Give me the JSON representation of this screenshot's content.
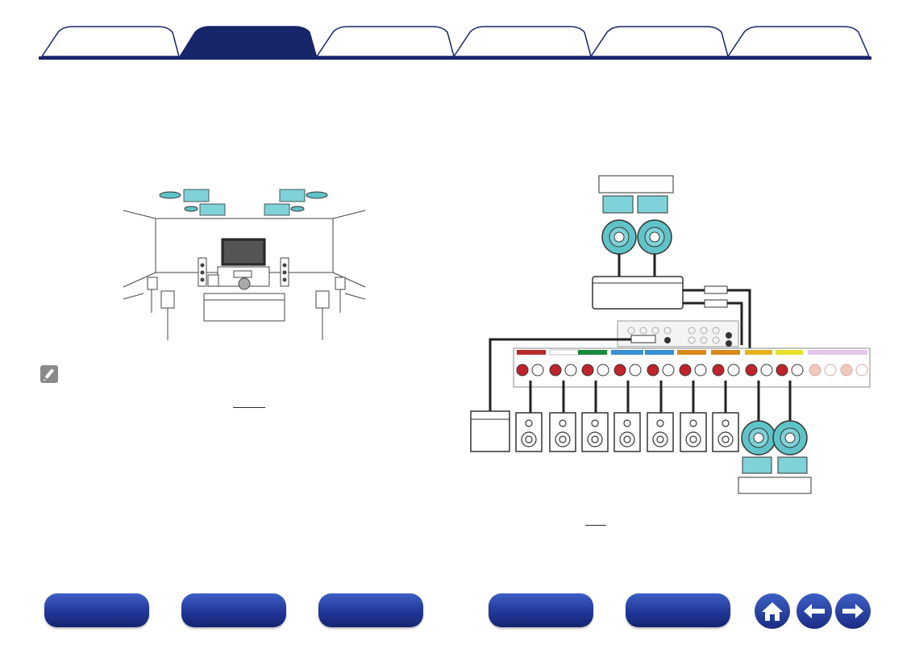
{
  "tabs": [
    {
      "id": "tab-1",
      "label": "",
      "active": false
    },
    {
      "id": "tab-2",
      "label": "",
      "active": true
    },
    {
      "id": "tab-3",
      "label": "",
      "active": false
    },
    {
      "id": "tab-4",
      "label": "",
      "active": false
    },
    {
      "id": "tab-5",
      "label": "",
      "active": false
    },
    {
      "id": "tab-6",
      "label": "",
      "active": false
    }
  ],
  "colors": {
    "accent": "#17256b",
    "tab_inactive_fill": "#ffffff",
    "speaker_label": "#7fd3d8",
    "speaker_cone": "#5fc3c7"
  },
  "icons": {
    "note": "pencil-icon",
    "home": "home-icon",
    "back": "arrow-left-icon",
    "forward": "arrow-right-icon"
  },
  "bottom_nav": [
    {
      "id": "nav-1",
      "label": ""
    },
    {
      "id": "nav-2",
      "label": ""
    },
    {
      "id": "nav-3",
      "label": ""
    },
    {
      "id": "nav-4",
      "label": ""
    },
    {
      "id": "nav-5",
      "label": ""
    }
  ]
}
